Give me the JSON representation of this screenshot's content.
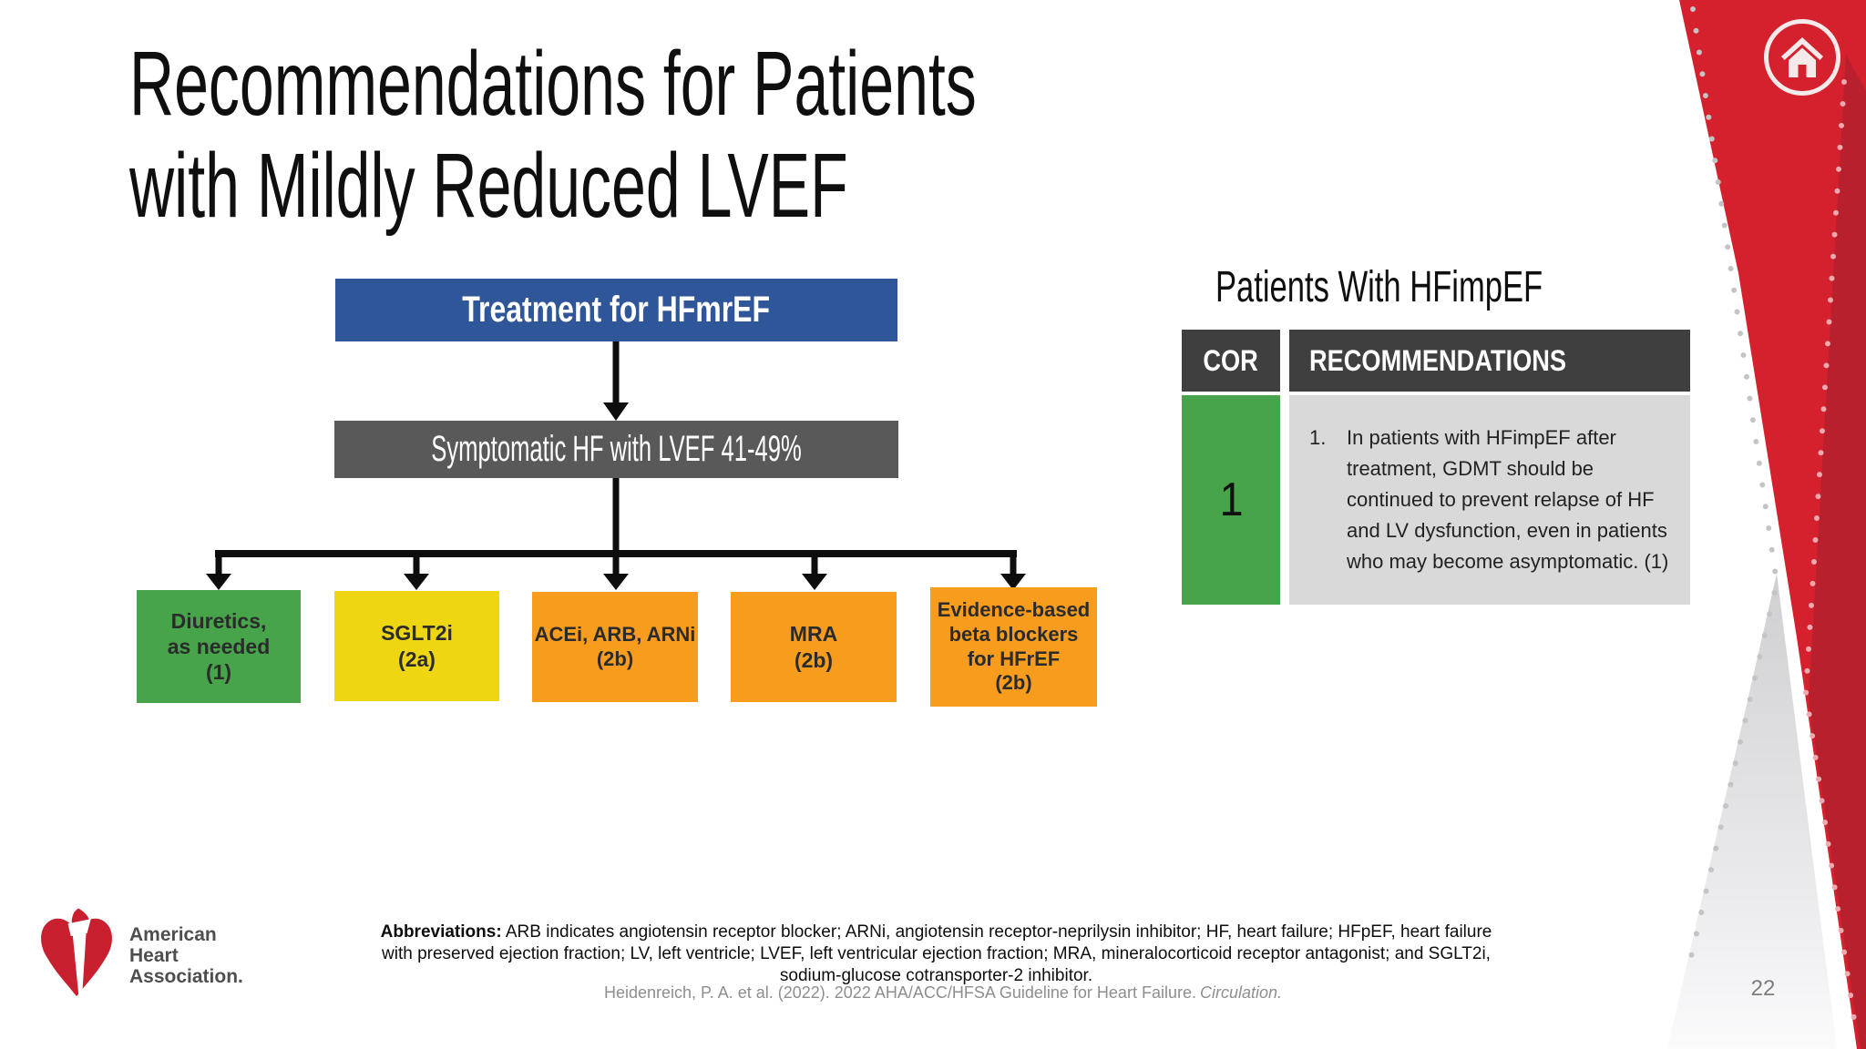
{
  "slide": {
    "title": [
      "Recommendations for Patients",
      "with Mildly Reduced LVEF"
    ],
    "page_number": "22"
  },
  "flowchart": {
    "root_label": "Treatment for HFmrEF",
    "root_color": "#2F5699",
    "condition_label": "Symptomatic HF with LVEF 41-49%",
    "condition_color": "#595959",
    "leaves": [
      {
        "label": "Diuretics,\nas needed\n(1)",
        "color": "#47A44B"
      },
      {
        "label": "SGLT2i\n(2a)",
        "color": "#EED613"
      },
      {
        "label": "ACEi, ARB, ARNi\n(2b)",
        "color": "#F79C1D"
      },
      {
        "label": "MRA\n(2b)",
        "color": "#F79C1D"
      },
      {
        "label": "Evidence-based\nbeta blockers\nfor HFrEF\n(2b)",
        "color": "#F79C1D"
      }
    ]
  },
  "hfimpef": {
    "title": "Patients With HFimpEF",
    "headers": {
      "cor": "COR",
      "recommendations": "RECOMMENDATIONS"
    },
    "header_color": "#3F3F3F",
    "row": {
      "cor": "1",
      "cor_color": "#47A44B",
      "body_color": "#D9D9D9",
      "item_number": "1.",
      "text": "In patients with HFimpEF after treatment, GDMT should be continued to prevent relapse of HF and LV dysfunction, even in patients who may become asymptomatic. (1)"
    }
  },
  "footer": {
    "abbreviations_label": "Abbreviations:",
    "abbreviations_text": " ARB indicates angiotensin receptor blocker; ARNi, angiotensin receptor-neprilysin inhibitor; HF, heart failure; HFpEF, heart failure with preserved ejection fraction; LV, left ventricle; LVEF, left ventricular ejection fraction; MRA, mineralocorticoid receptor antagonist; and SGLT2i, sodium-glucose cotransporter-2 inhibitor.",
    "citation": "Heidenreich, P. A. et al. (2022). 2022 AHA/ACC/HFSA Guideline for Heart Failure.",
    "citation_journal": "Circulation."
  },
  "logo": {
    "line1": "American",
    "line2": "Heart",
    "line3": "Association."
  },
  "colors": {
    "ribbon_red": "#D4212D",
    "ribbon_dark_red": "#B7202C",
    "aha_red": "#C8202F",
    "arrow_black": "#0D0D0D"
  }
}
